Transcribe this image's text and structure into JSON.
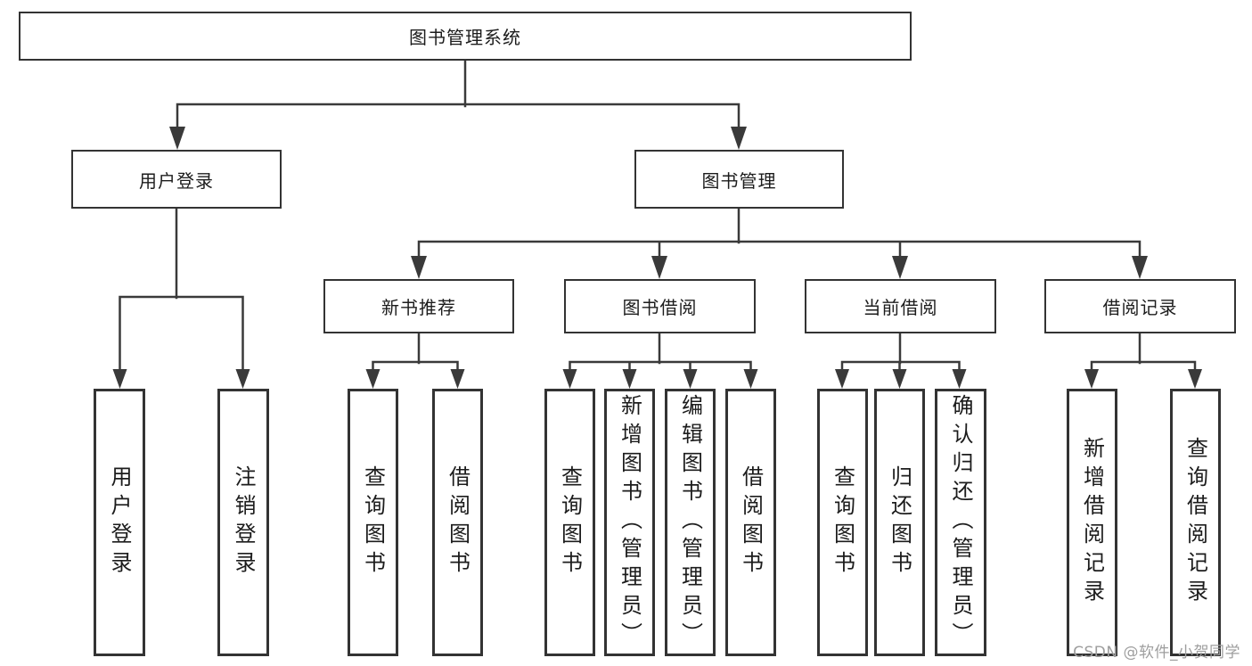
{
  "diagram_title": "图书管理系统",
  "tree": {
    "root": {
      "label": "图书管理系统"
    },
    "level2": [
      {
        "label": "用户登录",
        "children": [
          "用户登录",
          "注销登录"
        ]
      },
      {
        "label": "图书管理",
        "children": [
          "新书推荐",
          "图书借阅",
          "当前借阅",
          "借阅记录"
        ]
      }
    ],
    "level3": [
      {
        "label": "新书推荐",
        "children": [
          "查询图书",
          "借阅图书"
        ]
      },
      {
        "label": "图书借阅",
        "children": [
          "查询图书",
          "新增图书（管理员）",
          "编辑图书（管理员）",
          "借阅图书"
        ]
      },
      {
        "label": "当前借阅",
        "children": [
          "查询图书",
          "归还图书",
          "确认归还（管理员）"
        ]
      },
      {
        "label": "借阅记录",
        "children": [
          "新增借阅记录",
          "查询借阅记录"
        ]
      }
    ],
    "leaves": [
      {
        "label": "用户登录",
        "parent": "用户登录"
      },
      {
        "label": "注销登录",
        "parent": "用户登录"
      },
      {
        "label": "查询图书",
        "parent": "新书推荐"
      },
      {
        "label": "借阅图书",
        "parent": "新书推荐"
      },
      {
        "label": "查询图书",
        "parent": "图书借阅"
      },
      {
        "label": "新增图书（管理员）",
        "parent": "图书借阅"
      },
      {
        "label": "编辑图书（管理员）",
        "parent": "图书借阅"
      },
      {
        "label": "借阅图书",
        "parent": "图书借阅"
      },
      {
        "label": "查询图书",
        "parent": "当前借阅"
      },
      {
        "label": "归还图书",
        "parent": "当前借阅"
      },
      {
        "label": "确认归还（管理员）",
        "parent": "当前借阅"
      },
      {
        "label": "新增借阅记录",
        "parent": "借阅记录"
      },
      {
        "label": "查询借阅记录",
        "parent": "借阅记录"
      }
    ]
  },
  "watermark": {
    "text": "CSDN @软件_小贺同学"
  },
  "colors": {
    "line": "#3a3a3a",
    "box_border": "#333333",
    "text": "#1c1c1c",
    "watermark": "#9e9e9e",
    "background": "#ffffff"
  }
}
